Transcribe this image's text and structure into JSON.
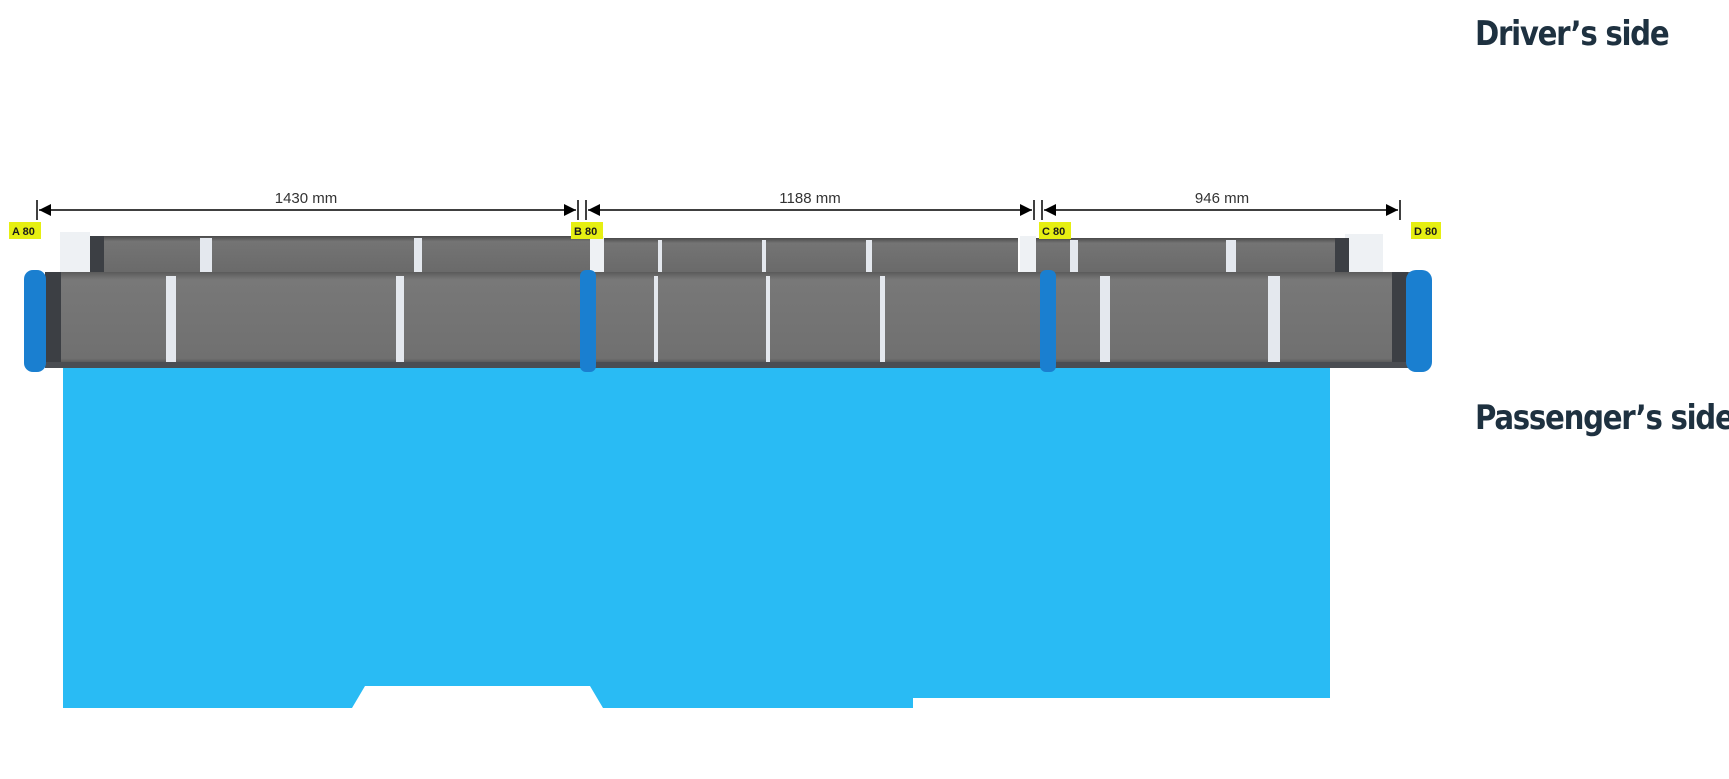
{
  "labels": {
    "driver_side": "Driver’s side",
    "passenger_side": "Passenger’s side"
  },
  "dimensions": [
    {
      "label": "1430 mm"
    },
    {
      "label": "1188 mm"
    },
    {
      "label": "946 mm"
    }
  ],
  "markers": [
    {
      "label": "A 80"
    },
    {
      "label": "B 80"
    },
    {
      "label": "C 80"
    },
    {
      "label": "D 80"
    }
  ],
  "colors": {
    "vehicle_floor": "#29bbf4",
    "rack_beam": "#717171",
    "end_cap": "#1a7fd0",
    "marker_bg": "#e6ef12",
    "label_text": "#1e3140"
  }
}
